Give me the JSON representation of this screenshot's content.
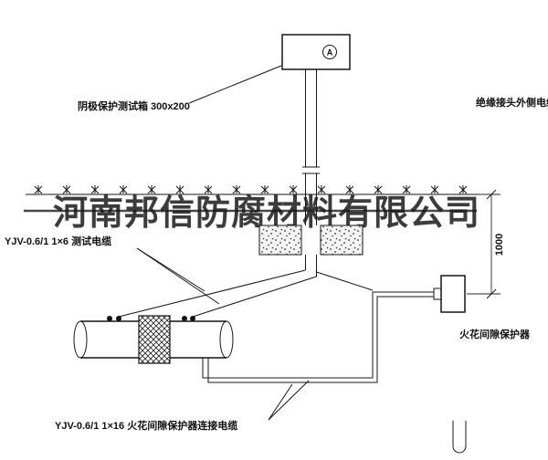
{
  "drawing": {
    "watermark": "河南邦信防腐材料有限公司",
    "terminal_letter": "A",
    "labels": {
      "test_box": "阴极保护测试箱 300x200",
      "insulation_joint_cable": "绝缘接头外侧电缆",
      "test_cable": "YJV-0.6/1 1×6  测试电缆",
      "spark_gap_protector": "火花间隙保护器",
      "spark_gap_cable": "YJV-0.6/1 1×16  火花间隙保护器连接电缆"
    },
    "dimensions": {
      "depth": "1000"
    },
    "colors": {
      "line": "#151515",
      "background": "#ffffff",
      "watermark": "#1b1b1b"
    }
  }
}
